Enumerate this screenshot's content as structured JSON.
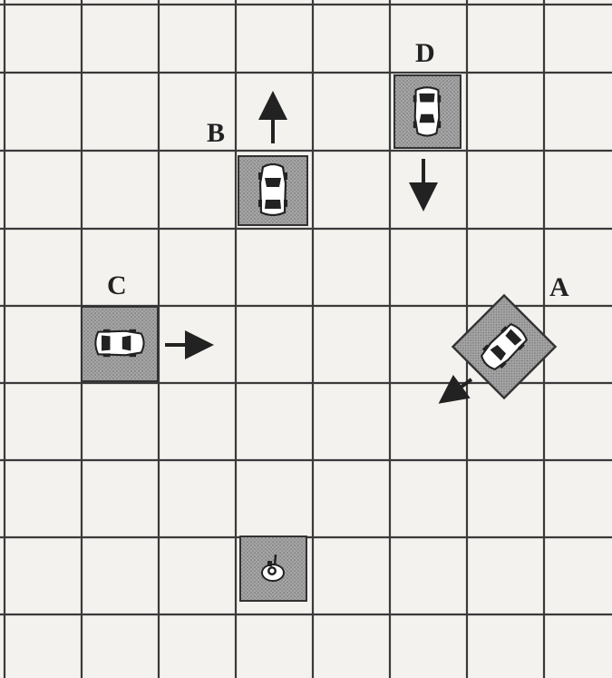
{
  "board": {
    "units": [
      {
        "id": "A",
        "label": "A",
        "icon": "car-icon",
        "facing": "south-west",
        "move_arrow": "south-west"
      },
      {
        "id": "B",
        "label": "B",
        "icon": "car-icon",
        "facing": "north",
        "move_arrow": "north"
      },
      {
        "id": "C",
        "label": "C",
        "icon": "car-icon",
        "facing": "east",
        "move_arrow": "east"
      },
      {
        "id": "D",
        "label": "D",
        "icon": "car-icon",
        "facing": "south",
        "move_arrow": "south"
      },
      {
        "id": "E",
        "label": "",
        "icon": "player-figure-icon",
        "facing": "north",
        "move_arrow": ""
      }
    ]
  },
  "colors": {
    "grid_line": "#3a3a3a",
    "paper": "#f3f2ee",
    "counter_fill": "#9a9a9a",
    "ink": "#222222"
  }
}
